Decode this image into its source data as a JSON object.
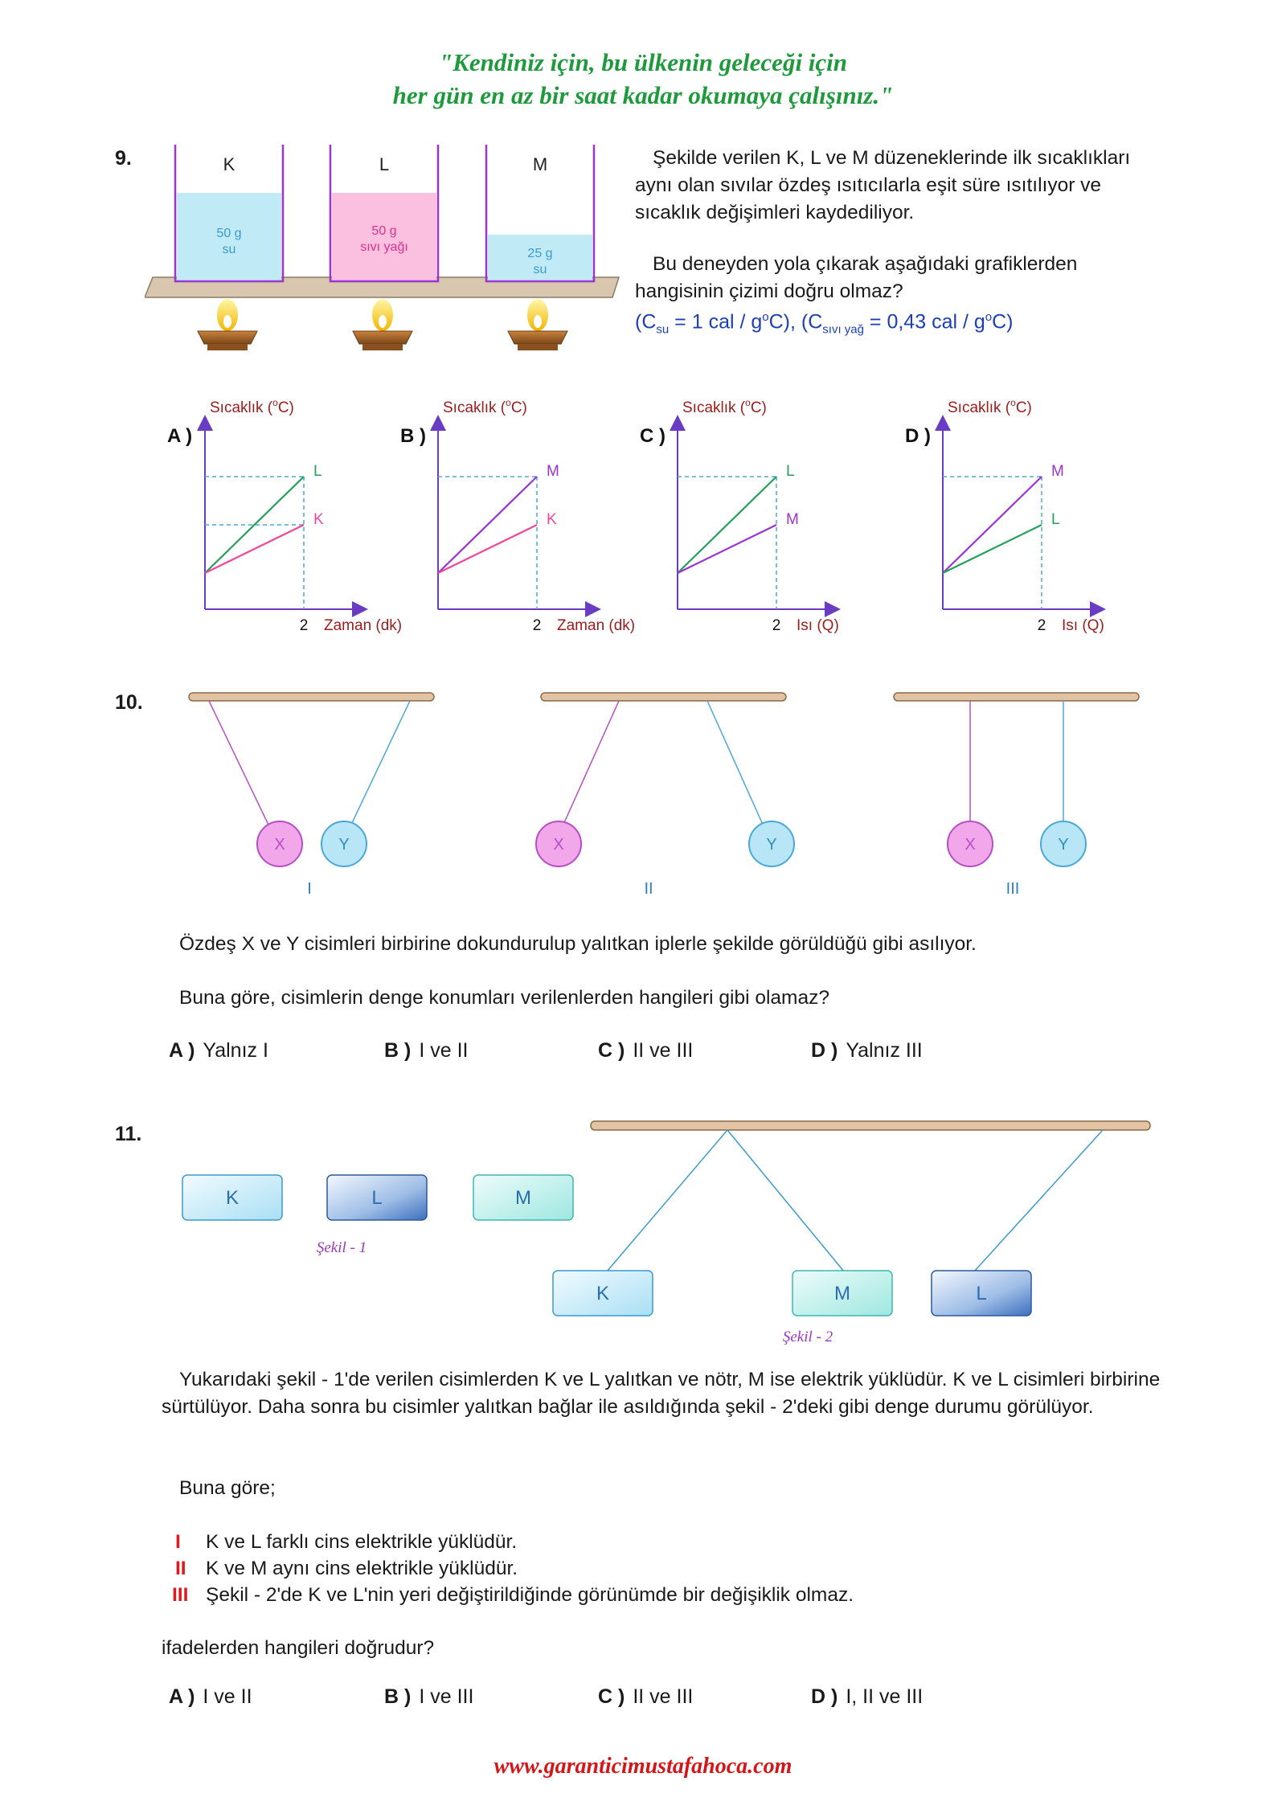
{
  "header": {
    "line1": "\"Kendiniz için, bu ülkenin geleceği için",
    "line2": "her gün en az bir saat kadar okumaya çalışınız.\""
  },
  "q9": {
    "number": "9.",
    "beakers": [
      {
        "label": "K",
        "amount": "50 g",
        "substance": "su"
      },
      {
        "label": "L",
        "amount": "50 g",
        "substance": "sıvı yağı"
      },
      {
        "label": "M",
        "amount": "25 g",
        "substance": "su"
      }
    ],
    "text1": "Şekilde verilen K, L ve M düzeneklerinde ilk sıcaklıkları aynı olan sıvılar özdeş ısıtıcılarla eşit süre ısıtılıyor ve sıcaklık değişimleri kaydediliyor.",
    "text2": "Bu deneyden yola çıkarak aşağıdaki grafiklerden hangisinin çizimi doğru olmaz?",
    "formula_su": "(C",
    "formula_su_sub": "su",
    "formula_su_rest": " = 1 cal / g",
    "formula_su_sup": "o",
    "formula_su_end": "C), (C",
    "formula_yag_sub": "sıvı yağ",
    "formula_yag_rest": " = 0,43 cal / g",
    "formula_yag_sup": "o",
    "formula_yag_end": "C)",
    "graph_ylabel": "Sıcaklık (",
    "graph_ylabel_sup": "o",
    "graph_ylabel_end": "C)",
    "graphs": [
      {
        "option": "A )",
        "xlabel": "Zaman (dk)",
        "xtick": "2",
        "upper": "L",
        "lower": "K"
      },
      {
        "option": "B )",
        "xlabel": "Zaman (dk)",
        "xtick": "2",
        "upper": "M",
        "lower": "K"
      },
      {
        "option": "C )",
        "xlabel": "Isı (Q)",
        "xtick": "2",
        "upper": "L",
        "lower": "M"
      },
      {
        "option": "D )",
        "xlabel": "Isı (Q)",
        "xtick": "2",
        "upper": "M",
        "lower": "L"
      }
    ]
  },
  "q10": {
    "number": "10.",
    "ball_x": "X",
    "ball_y": "Y",
    "figures": [
      "I",
      "II",
      "III"
    ],
    "text1": "Özdeş X ve Y cisimleri birbirine dokundurulup yalıtkan iplerle şekilde görüldüğü gibi asılıyor.",
    "text2": "Buna göre, cisimlerin denge konumları verilenlerden hangileri gibi olamaz?",
    "options": [
      {
        "key": "A )",
        "text": "Yalnız I"
      },
      {
        "key": "B )",
        "text": "I ve II"
      },
      {
        "key": "C )",
        "text": "II ve III"
      },
      {
        "key": "D )",
        "text": "Yalnız III"
      }
    ]
  },
  "q11": {
    "number": "11.",
    "blocks1": [
      "K",
      "L",
      "M"
    ],
    "caption1": "Şekil - 1",
    "blocks2": [
      "K",
      "M",
      "L"
    ],
    "caption2": "Şekil - 2",
    "text1": "Yukarıdaki şekil - 1'de verilen cisimlerden K ve L yalıtkan ve nötr, M ise elektrik yüklüdür. K ve L cisimleri birbirine sürtülüyor. Daha sonra bu cisimler yalıtkan bağlar ile asıldığında şekil - 2'deki gibi denge durumu görülüyor.",
    "text2": "Buna göre;",
    "statements": [
      {
        "num": "I",
        "text": "K ve L farklı cins elektrikle yüklüdür."
      },
      {
        "num": "II",
        "text": "K ve M aynı cins elektrikle yüklüdür."
      },
      {
        "num": "III",
        "text": "Şekil - 2'de K ve L'nin yeri değiştirildiğinde görünümde bir değişiklik olmaz."
      }
    ],
    "text3": "ifadelerden hangileri doğrudur?",
    "options": [
      {
        "key": "A )",
        "text": "I ve II"
      },
      {
        "key": "B )",
        "text": "I ve III"
      },
      {
        "key": "C )",
        "text": "II ve III"
      },
      {
        "key": "D )",
        "text": "I, II ve III"
      }
    ]
  },
  "footer": "www.garanticimustafahoca.com",
  "colors": {
    "green_line": "#23a05a",
    "pink_line": "#f0479b",
    "purple_line": "#9a33d6",
    "axis": "#6a3cc4",
    "dash": "#4aa8d8",
    "label_red": "#9c1c1c"
  }
}
